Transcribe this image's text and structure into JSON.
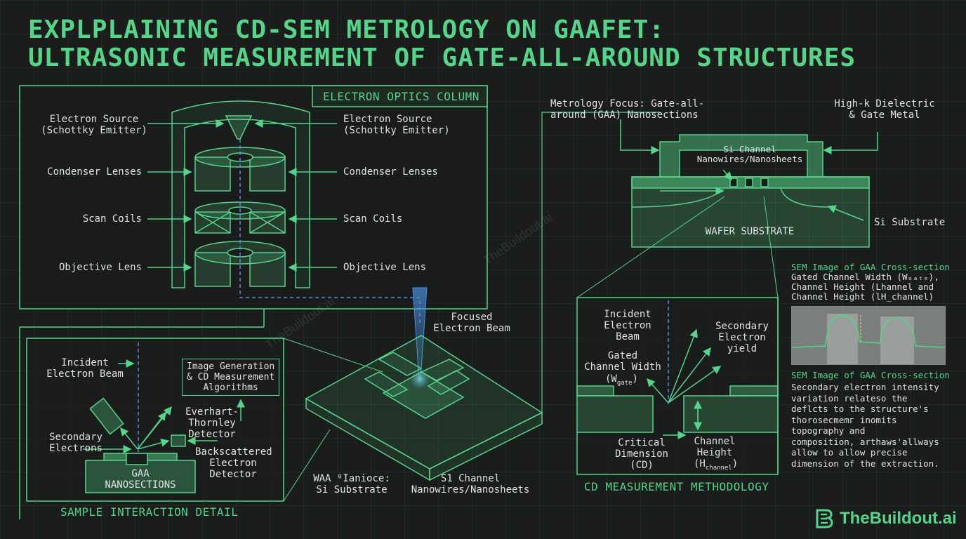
{
  "title": {
    "line1": "EXPLPLAINING CD-SEM METROLOGY ON GAAFET:",
    "line2": "ULTRASONIC MEASUREMENT OF GATE-ALL-AROUND STRUCTURES"
  },
  "column_panel": {
    "header": "ELECTRON OPTICS COLUMN",
    "left_source": "Electron Source\n(Schottky Emitter)",
    "right_source": "Electron Source\n(Schottky Emitter)",
    "left_condenser": "Condenser Lenses",
    "right_condenser": "Condenser Lenses",
    "left_scan": "Scan Coils",
    "right_scan": "Scan Coils",
    "left_objective": "Objective Lens",
    "right_objective": "Objective Lens"
  },
  "beam_label": "Focused\nElectron Beam",
  "sample_panel": {
    "header": "SAMPLE INTERACTION DETAIL",
    "incident": "Incident\nElectron Beam",
    "secondary": "Secondary\nElectrons",
    "algorithms": "Image Generation\n& CD Measurement\nAlgorithms",
    "everhart": "Everhart-\nThornley\nDetector",
    "backscatter": "Backscattered\nElectron\nDetector",
    "gaa": "GAA\nNANOSECTIONS"
  },
  "wafer_labels": {
    "substrate": "WAA ⁰Ianioce:\nSi Substrate",
    "channel": "S1 Channel\nNanowires/Nanosheets"
  },
  "gaa_panel": {
    "focus": "Metrology Focus: Gate-all-\naround (GAA) Nanosections",
    "dielectric": "High-k Dielectric\n& Gate Metal",
    "si_channel": "Si Channel\nNanowires/Nanosheets",
    "wafer": "WAFER SUBSTRATE",
    "si_substrate": "Si Substrate"
  },
  "cd_panel": {
    "header": "CD MEASUREMENT METHODOLOGY",
    "incident": "Incident\nElectron\nBeam",
    "secondary": "Secondary\nElectron\nyield",
    "gated_width": "Gated\nChannel Width",
    "w_gate": "(W",
    "w_gate_sub": "gate",
    "critical": "Critical\nDimension\n(CD)",
    "channel_height": "Channel\nHeight",
    "h_channel": "(H",
    "h_channel_sub": "channel"
  },
  "sem_section": {
    "title1": "SEM Image of GAA Cross-section",
    "desc1": "Gated Channel Width (Wₒₐₜₑ),\nChannel Height (Lhannel and\nChannel Height (lH_channel)",
    "title2": "SEM Image of GAA Cross-section",
    "desc2": "Secondary electron intensity\nvariation relateso the\ndeflcts to the structure's\nthoroseсmemг inomits\ntopography and\ncomposition, arthaws'allways\nallow to allow precise\ndimension of the extraction."
  },
  "brand": {
    "name": "TheBuildout.ai",
    "watermark": "TheBuildout.ai"
  },
  "colors": {
    "accent": "#56d48a",
    "background": "#1b1d1c",
    "beam": "#4a90e0"
  }
}
